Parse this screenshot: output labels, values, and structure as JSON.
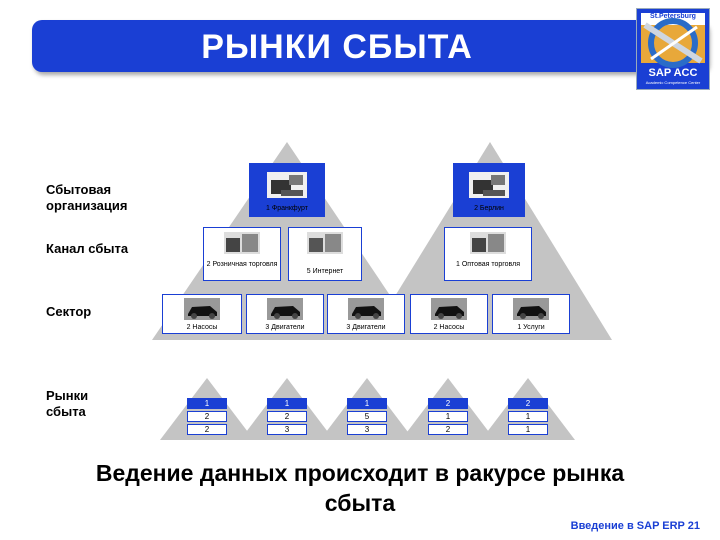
{
  "header": {
    "title": "РЫНКИ СБЫТА"
  },
  "logo": {
    "top_text": "St.Petersburg",
    "brand": "SAP ACC",
    "sub": "Academic Competence Center"
  },
  "rows": {
    "org": "Сбытовая организация",
    "channel": "Канал сбыта",
    "sector": "Сектор",
    "markets": "Рынки сбыта"
  },
  "orgs": [
    {
      "label": "1 Франкфурт"
    },
    {
      "label": "2 Берлин"
    }
  ],
  "channels": [
    {
      "label": "2 Розничная торговля"
    },
    {
      "label": "5 Интернет"
    },
    {
      "label": "1 Оптовая торговля"
    }
  ],
  "sectors": [
    {
      "label": "2 Насосы"
    },
    {
      "label": "3 Двигатели"
    },
    {
      "label": "3 Двигатели"
    },
    {
      "label": "2 Насосы"
    },
    {
      "label": "1 Услуги"
    }
  ],
  "markets": [
    {
      "values": [
        "1",
        "2",
        "2"
      ]
    },
    {
      "values": [
        "1",
        "2",
        "3"
      ]
    },
    {
      "values": [
        "1",
        "5",
        "3"
      ]
    },
    {
      "values": [
        "2",
        "1",
        "2"
      ]
    },
    {
      "values": [
        "2",
        "1",
        "1"
      ]
    }
  ],
  "bottom_text": "Ведение данных происходит в ракурсе рынка сбыта",
  "footer": "Введение в SAP ERP 21",
  "colors": {
    "accent": "#1a3fd4",
    "triangle": "#c4c4c4"
  }
}
